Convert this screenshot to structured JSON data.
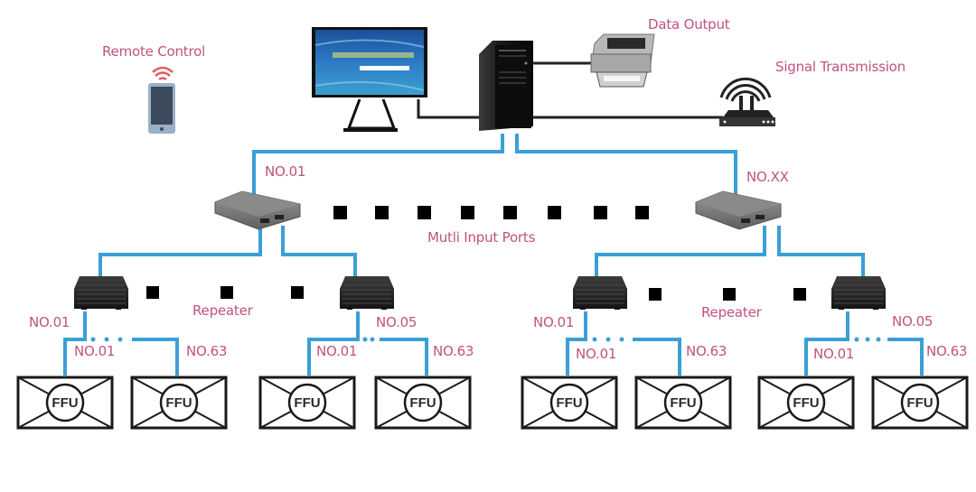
{
  "labels": {
    "remote_control": "Remote Control",
    "data_output": "Data Output",
    "signal_transmission": "Signal Transmission",
    "multi_input_ports": "Mutli Input Ports",
    "repeater": "Repeater"
  },
  "switches": [
    {
      "label": "NO.01"
    },
    {
      "label": "NO.XX"
    }
  ],
  "repeaters": [
    {
      "port_label": "NO.01"
    },
    {
      "port_label": "NO.05"
    },
    {
      "port_label": "NO.01"
    },
    {
      "port_label": "NO.05"
    }
  ],
  "ffu_groups": [
    {
      "first_label": "NO.01",
      "last_label": "NO.63"
    },
    {
      "first_label": "NO.01",
      "last_label": "NO.63"
    },
    {
      "first_label": "NO.01",
      "last_label": "NO.63"
    },
    {
      "first_label": "NO.01",
      "last_label": "NO.63"
    }
  ],
  "ffu_unit_text": "FFU",
  "devices": {
    "monitor": "monitor-icon",
    "computer": "computer-tower-icon",
    "printer": "printer-icon",
    "router": "router-icon",
    "phone": "smartphone-icon",
    "switch": "network-switch-icon",
    "repeater": "repeater-icon",
    "ffu": "ffu-unit-icon"
  },
  "colors": {
    "label": "#c0527f",
    "bus_line": "#3a9fd6",
    "device_line": "#222222",
    "wifi_signal": "#e05a5a"
  }
}
